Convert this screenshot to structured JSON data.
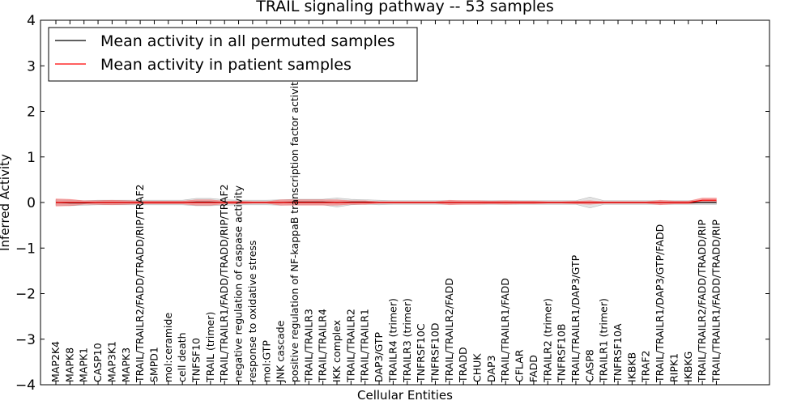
{
  "chart_data": {
    "type": "line",
    "title": "TRAIL signaling pathway -- 53 samples",
    "xlabel": "Cellular Entities",
    "ylabel": "Inferred Activity",
    "ylim": [
      -4,
      4
    ],
    "yticks": [
      -4,
      -3,
      -2,
      -1,
      0,
      1,
      2,
      3,
      4
    ],
    "ytick_labels": [
      "−4",
      "−3",
      "−2",
      "−1",
      "0",
      "1",
      "2",
      "3",
      "4"
    ],
    "legend_position": "top-left",
    "categories": [
      "MAP2K4",
      "MAPK8",
      "MAPK1",
      "CASP10",
      "MAP3K1",
      "MAPK3",
      "TRAIL/TRAILR2/FADD/TRADD/RIP/TRAF2",
      "SMPD1",
      "mol:ceramide",
      "cell death",
      "TNFSF10",
      "TRAIL (trimer)",
      "TRAIL/TRAILR1/FADD/TRADD/RIP/TRAF2",
      "negative regulation of caspase activity",
      "response to oxidative stress",
      "mol:GTP",
      "JNK cascade",
      "positive regulation of NF-kappaB transcription factor activity",
      "TRAIL/TRAILR3",
      "TRAIL/TRAILR4",
      "IKK complex",
      "TRAIL/TRAILR2",
      "TRAIL/TRAILR1",
      "DAP3/GTP",
      "TRAILR4 (trimer)",
      "TRAILR3 (trimer)",
      "TNFRSF10C",
      "TNFRSF10D",
      "TRAIL/TRAILR2/FADD",
      "TRADD",
      "CHUK",
      "DAP3",
      "TRAIL/TRAILR1/FADD",
      "CFLAR",
      "FADD",
      "TRAILR2 (trimer)",
      "TNFRSF10B",
      "TRAIL/TRAILR1/DAP3/GTP",
      "CASP8",
      "TRAILR1 (trimer)",
      "TNFRSF10A",
      "IKBKB",
      "TRAF2",
      "TRAIL/TRAILR1/DAP3/GTP/FADD",
      "RIPK1",
      "IKBKG",
      "TRAIL/TRAILR2/FADD/TRADD/RIP",
      "TRAIL/TRAILR1/FADD/TRADD/RIP"
    ],
    "series": [
      {
        "name": "Mean activity in all permuted samples",
        "color": "#000000",
        "band_color": "#cccccc",
        "values": [
          0.0,
          -0.01,
          -0.01,
          0.0,
          0.0,
          0.0,
          0.0,
          0.0,
          0.0,
          0.0,
          0.01,
          0.01,
          0.0,
          0.0,
          0.0,
          0.0,
          0.0,
          0.01,
          0.01,
          0.01,
          0.0,
          0.01,
          0.01,
          0.0,
          0.0,
          0.0,
          0.0,
          0.0,
          0.0,
          0.0,
          0.0,
          0.0,
          0.0,
          0.0,
          0.0,
          0.0,
          0.0,
          0.0,
          0.0,
          0.0,
          0.0,
          0.0,
          0.0,
          0.0,
          0.0,
          0.0,
          0.0,
          0.0
        ],
        "std": [
          0.06,
          0.06,
          0.05,
          0.05,
          0.05,
          0.05,
          0.05,
          0.05,
          0.05,
          0.05,
          0.08,
          0.08,
          0.06,
          0.05,
          0.05,
          0.05,
          0.06,
          0.06,
          0.06,
          0.06,
          0.1,
          0.06,
          0.05,
          0.05,
          0.04,
          0.04,
          0.04,
          0.04,
          0.04,
          0.04,
          0.04,
          0.04,
          0.04,
          0.04,
          0.04,
          0.04,
          0.04,
          0.04,
          0.12,
          0.04,
          0.04,
          0.04,
          0.04,
          0.04,
          0.04,
          0.04,
          0.04,
          0.04
        ]
      },
      {
        "name": "Mean activity in patient samples",
        "color": "#ff0000",
        "band_color": "#f08080",
        "values": [
          0.0,
          0.0,
          0.0,
          0.0,
          0.0,
          0.0,
          0.0,
          0.0,
          0.0,
          0.0,
          0.0,
          0.0,
          0.0,
          0.0,
          0.0,
          0.0,
          0.0,
          0.0,
          0.0,
          0.0,
          0.0,
          0.0,
          0.0,
          0.0,
          0.0,
          0.0,
          0.0,
          0.0,
          0.0,
          0.0,
          0.0,
          0.0,
          0.0,
          0.0,
          0.0,
          0.0,
          0.0,
          0.0,
          0.0,
          0.0,
          0.0,
          0.0,
          0.0,
          0.0,
          0.0,
          0.0,
          0.05,
          0.05
        ],
        "std": [
          0.08,
          0.07,
          0.04,
          0.04,
          0.05,
          0.04,
          0.03,
          0.03,
          0.03,
          0.03,
          0.06,
          0.06,
          0.03,
          0.03,
          0.02,
          0.02,
          0.06,
          0.06,
          0.06,
          0.06,
          0.06,
          0.04,
          0.04,
          0.02,
          0.02,
          0.02,
          0.02,
          0.02,
          0.05,
          0.04,
          0.04,
          0.03,
          0.04,
          0.03,
          0.03,
          0.02,
          0.02,
          0.03,
          0.04,
          0.02,
          0.02,
          0.02,
          0.02,
          0.05,
          0.03,
          0.03,
          0.05,
          0.05
        ]
      }
    ]
  }
}
